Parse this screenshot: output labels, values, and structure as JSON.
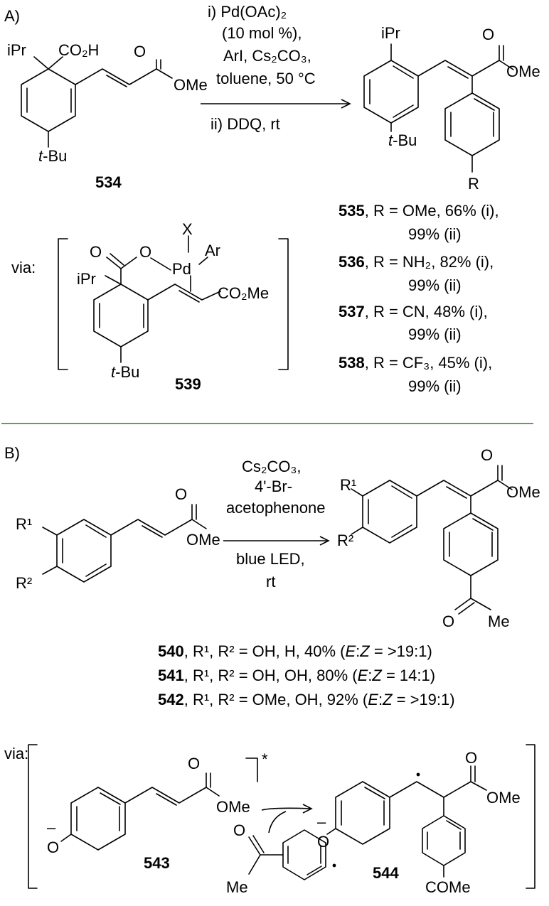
{
  "panel_a": {
    "label": "A)",
    "sm": {
      "ipr": "iPr",
      "co2h": "CO₂H",
      "o": "O",
      "ome": "OMe",
      "tbu_t": "t",
      "tbu_rest": "-Bu",
      "number": "534"
    },
    "conditions": {
      "line1": "i) Pd(OAc)₂",
      "line2": "(10 mol %),",
      "line3": "ArI, Cs₂CO₃,",
      "line4": "toluene, 50 °C",
      "line5": "ii) DDQ, rt"
    },
    "product": {
      "ipr": "iPr",
      "o": "O",
      "ome": "OMe",
      "tbu_t": "t",
      "tbu_rest": "-Bu",
      "r": "R"
    },
    "results": [
      {
        "num": "535",
        "text1": ", R = OMe, 66% (i),",
        "text2": "99% (ii)"
      },
      {
        "num": "536",
        "text1": ", R = NH₂, 82% (i),",
        "text2": "99% (ii)"
      },
      {
        "num": "537",
        "text1": ", R = CN, 48% (i),",
        "text2": "99% (ii)"
      },
      {
        "num": "538",
        "text1": ", R = CF₃, 45% (i),",
        "text2": "99% (ii)"
      }
    ],
    "intermediate": {
      "via": "via:",
      "o1": "O",
      "o2": "O",
      "pd": "Pd",
      "x": "X",
      "ar": "Ar",
      "ipr": "iPr",
      "co2me": "CO₂Me",
      "tbu_t": "t",
      "tbu_rest": "-Bu",
      "number": "539"
    }
  },
  "panel_b": {
    "label": "B)",
    "sm": {
      "r1": "R¹",
      "r2": "R²",
      "o": "O",
      "ome": "OMe"
    },
    "conditions": {
      "line1": "Cs₂CO₃,",
      "line2": "4'-Br-",
      "line3": "acetophenone",
      "line4": "blue LED,",
      "line5": "rt"
    },
    "product": {
      "r1": "R¹",
      "r2": "R²",
      "o": "O",
      "ome": "OMe",
      "o_acyl": "O",
      "me": "Me"
    },
    "results": [
      {
        "num": "540",
        "text": ", R¹, R² = OH, H, 40% (",
        "e": "E",
        "colon": ":",
        "z": "Z",
        "tail": " = >19:1)"
      },
      {
        "num": "541",
        "text": ", R¹, R² = OH, OH, 80% (",
        "e": "E",
        "colon": ":",
        "z": "Z",
        "tail": " = 14:1)"
      },
      {
        "num": "542",
        "text": ", R¹, R² = OMe, OH, 92% (",
        "e": "E",
        "colon": ":",
        "z": "Z",
        "tail": " = >19:1)"
      }
    ],
    "mechanism": {
      "via": "via:",
      "star": "*",
      "o_minus_543": "O",
      "o_543": "O",
      "ome_543": "OMe",
      "number_543": "543",
      "o_acyl_radical": "O",
      "me_acyl_radical": "Me",
      "o_minus_544": "O",
      "o_544": "O",
      "ome_544": "OMe",
      "come_544": "COMe",
      "number_544": "544"
    }
  },
  "colors": {
    "separator": "#1a8a1a",
    "ink": "#000000"
  }
}
